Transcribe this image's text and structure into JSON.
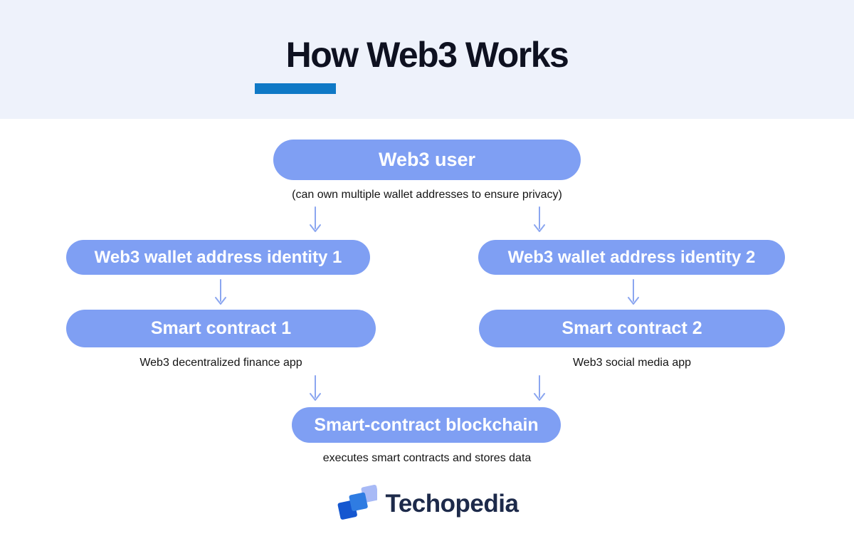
{
  "header": {
    "title": "How Web3 Works"
  },
  "colors": {
    "header_bg": "#eef2fb",
    "title_text": "#0e1120",
    "title_underline": "#0f79c6",
    "pill_fill": "#7f9ff3",
    "pill_text": "#ffffff",
    "caption_text": "#141414",
    "arrow": "#8ba6f0",
    "brand_navy": "#1d2a4a",
    "logo_dark_blue": "#1557d0",
    "logo_mid_blue": "#2f7ce2",
    "logo_light_blue": "#a8baf6"
  },
  "diagram": {
    "user": {
      "label": "Web3 user",
      "caption": "(can own multiple wallet addresses to ensure privacy)"
    },
    "wallet1": {
      "label": "Web3 wallet address identity 1"
    },
    "wallet2": {
      "label": "Web3 wallet address identity 2"
    },
    "contract1": {
      "label": "Smart contract 1",
      "caption": "Web3 decentralized finance app"
    },
    "contract2": {
      "label": "Smart contract 2",
      "caption": "Web3 social media app"
    },
    "blockchain": {
      "label": "Smart-contract blockchain",
      "caption": "executes smart contracts and stores data"
    }
  },
  "footer": {
    "brand": "Techopedia"
  }
}
